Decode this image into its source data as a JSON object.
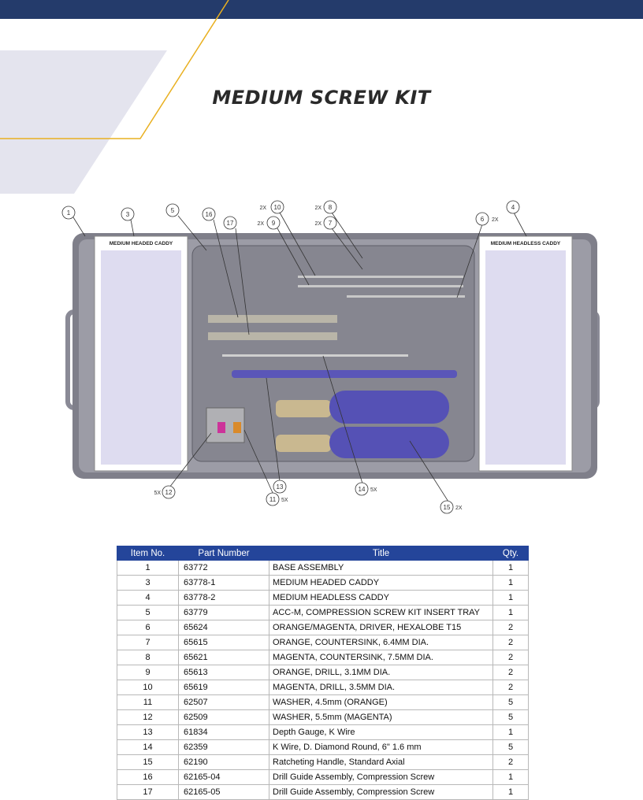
{
  "page": {
    "title": "MEDIUM SCREW KIT",
    "colors": {
      "header_bar": "#243b6b",
      "table_header": "#24459a",
      "accent_line": "#e9b020",
      "deco_panel": "#e4e4ee"
    }
  },
  "illustration": {
    "left_caddy_title": "MEDIUM HEADED CADDY",
    "right_caddy_title": "MEDIUM HEADLESS CADDY",
    "callouts": [
      {
        "num": "1",
        "qty": ""
      },
      {
        "num": "3",
        "qty": ""
      },
      {
        "num": "5",
        "qty": ""
      },
      {
        "num": "16",
        "qty": ""
      },
      {
        "num": "17",
        "qty": ""
      },
      {
        "num": "10",
        "qty": "2X"
      },
      {
        "num": "9",
        "qty": "2X"
      },
      {
        "num": "8",
        "qty": "2X"
      },
      {
        "num": "7",
        "qty": "2X"
      },
      {
        "num": "6",
        "qty": "2X"
      },
      {
        "num": "4",
        "qty": ""
      },
      {
        "num": "12",
        "qty": "5X"
      },
      {
        "num": "13",
        "qty": ""
      },
      {
        "num": "11",
        "qty": "5X"
      },
      {
        "num": "14",
        "qty": "5X"
      },
      {
        "num": "15",
        "qty": "2X"
      }
    ]
  },
  "bom": {
    "headers": [
      "Item No.",
      "Part Number",
      "Title",
      "Qty."
    ],
    "rows": [
      {
        "item": "1",
        "part": "63772",
        "title": "BASE ASSEMBLY",
        "qty": "1"
      },
      {
        "item": "3",
        "part": "63778-1",
        "title": "MEDIUM HEADED CADDY",
        "qty": "1"
      },
      {
        "item": "4",
        "part": "63778-2",
        "title": "MEDIUM HEADLESS CADDY",
        "qty": "1"
      },
      {
        "item": "5",
        "part": "63779",
        "title": "ACC-M, COMPRESSION SCREW KIT INSERT TRAY",
        "qty": "1"
      },
      {
        "item": "6",
        "part": "65624",
        "title": "ORANGE/MAGENTA, DRIVER, HEXALOBE T15",
        "qty": "2"
      },
      {
        "item": "7",
        "part": "65615",
        "title": "ORANGE, COUNTERSINK, 6.4MM DIA.",
        "qty": "2"
      },
      {
        "item": "8",
        "part": "65621",
        "title": "MAGENTA, COUNTERSINK, 7.5MM DIA.",
        "qty": "2"
      },
      {
        "item": "9",
        "part": "65613",
        "title": "ORANGE, DRILL, 3.1MM DIA.",
        "qty": "2"
      },
      {
        "item": "10",
        "part": "65619",
        "title": "MAGENTA, DRILL, 3.5MM DIA.",
        "qty": "2"
      },
      {
        "item": "11",
        "part": "62507",
        "title": "WASHER, 4.5mm (ORANGE)",
        "qty": "5"
      },
      {
        "item": "12",
        "part": "62509",
        "title": "WASHER, 5.5mm (MAGENTA)",
        "qty": "5"
      },
      {
        "item": "13",
        "part": "61834",
        "title": "Depth Gauge, K Wire",
        "qty": "1"
      },
      {
        "item": "14",
        "part": "62359",
        "title": "K Wire, D. Diamond Round, 6\" 1.6 mm",
        "qty": "5"
      },
      {
        "item": "15",
        "part": "62190",
        "title": "Ratcheting Handle, Standard Axial",
        "qty": "2"
      },
      {
        "item": "16",
        "part": "62165-04",
        "title": "Drill Guide Assembly, Compression Screw",
        "qty": "1"
      },
      {
        "item": "17",
        "part": "62165-05",
        "title": "Drill Guide Assembly, Compression Screw",
        "qty": "1"
      }
    ]
  }
}
